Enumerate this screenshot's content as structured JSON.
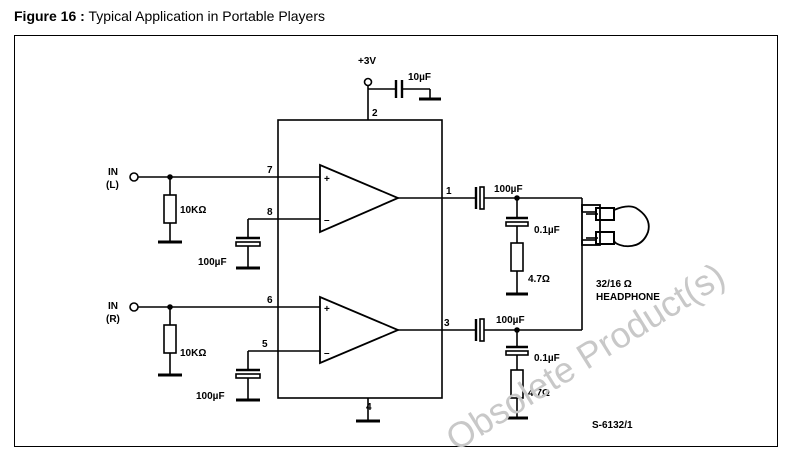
{
  "caption": {
    "figure_label": "Figure 16 :",
    "title": "Typical Application in Portable Players"
  },
  "diagram": {
    "supply": "+3V",
    "supply_cap": "10µF",
    "pins": {
      "p1": "1",
      "p2": "2",
      "p3": "3",
      "p4": "4",
      "p5": "5",
      "p6": "6",
      "p7": "7",
      "p8": "8"
    },
    "inputs": {
      "left_line1": "IN",
      "left_line2": "(L)",
      "right_line1": "IN",
      "right_line2": "(R)"
    },
    "resistor_in_left": "10KΩ",
    "resistor_in_right": "10KΩ",
    "cap_pin8": "100µF",
    "cap_pin5": "100µF",
    "cap_out1": "100µF",
    "cap_out3": "100µF",
    "cap_zobel_top": "0.1µF",
    "cap_zobel_bottom": "0.1µF",
    "res_zobel_top": "4.7Ω",
    "res_zobel_bottom": "4.7Ω",
    "headphone_line1": "32/16 Ω",
    "headphone_line2": "HEADPHONE",
    "ref_code": "S-6132/1",
    "watermark": "Obsolete Product(s)"
  }
}
